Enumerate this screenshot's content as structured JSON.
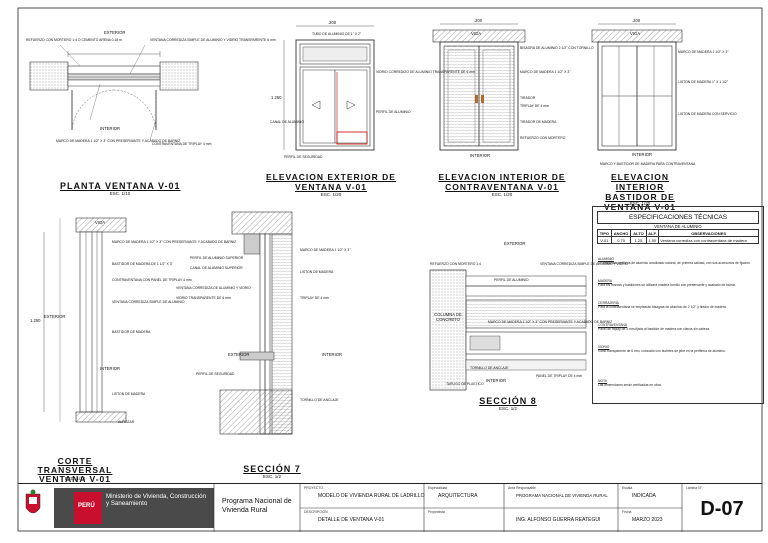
{
  "sheet": {
    "code": "D-07",
    "views": [
      {
        "title": "PLANTA VENTANA V-01",
        "scale": "ESC. 1/10"
      },
      {
        "title": "ELEVACION EXTERIOR DE VENTANA V-01",
        "scale": "ESC. 1/20"
      },
      {
        "title": "ELEVACION INTERIOR DE CONTRAVENTANA V-01",
        "scale": "ESC. 1/20"
      },
      {
        "title": "ELEVACION INTERIOR BASTIDOR DE VENTANA V-01",
        "scale": "ESC. 1/20"
      },
      {
        "title": "CORTE TRANSVERSAL VENTANA V-01",
        "scale": "ESC. 1/10"
      },
      {
        "title": "SECCIÓN 7",
        "scale": "ESC. 1/2"
      },
      {
        "title": "SECCIÓN 8",
        "scale": "ESC. 1/2"
      }
    ]
  },
  "labels": {
    "exterior": "EXTERIOR",
    "interior": "INTERIOR",
    "viga": "VIGA",
    "columna": "COLUMNA DE CONCRETO",
    "dim_200": ".200",
    "dim_1250": "1.250",
    "planta_notes": [
      "REFUERZO CON MORTERO 1:4 O CEMENTO ARENA 0.18 m",
      "VENTANA CORREDIZA SIMPLE DE ALUMINIO Y VIDRIO TRANSPARENTE 6 mm",
      "MARCO DE MADERA 1 1/2\" X 3\" CON PRESERVANTE Y ACABADO DE BARNIZ",
      "CONTRAVENTANA DE TRIPLAY 4 mm"
    ],
    "ext_notes": [
      "TUBO DE ALUMINIO DE 1\" X 2\"",
      "CANAL DE ALUMINIO",
      "PERFIL DE ALUMINIO",
      "VIDRIO CORREDIZO DE ALUMINIO TRANSPARENTE DE 6 mm",
      "PERFIL DE SEGURIDAD"
    ],
    "int_notes": [
      "BISAGRA DE ALUMINIO 2 1/2\" CON TORNILLO",
      "MARCO DE MADERA 1 1/2\" X 3\"",
      "TIRADOR",
      "TRIPLAY DE 4 mm",
      "TIRADOR DE MADERA",
      "REFUERZO CON MORTERO"
    ],
    "bastidor_notes": [
      "MARCO DE MADERA 1 1/2\" X 3\"",
      "LISTON DE MADERA 1\" X 1 1/2\"",
      "LISTON DE MADERA CON SERVICIO",
      "MARCO Y BASTIDOR DE MADERA PARA CONTRAVENTANA"
    ],
    "corte_notes": [
      "MARCO DE MADERA 1 1/2\" X 3\" CON PRESERVANTE Y ACABADO DE BARNIZ",
      "BASTIDOR DE MADERA DE 1 1/2\" X 3\"",
      "CONTRAVENTANA CON PANEL DE TRIPLAY 4 mm",
      "VENTANA CORREDIZA SIMPLE DE ALUMINIO",
      "BASTIDOR DE MADERA",
      "LISTON DE MADERA",
      "ALFEIZAR"
    ],
    "sec7_notes": [
      "PERFIL DE ALUMINIO SUPERIOR",
      "CANAL DE ALUMINIO SUPERIOR",
      "VENTANA CORREDIZA DE ALUMINIO Y VIDRIO",
      "VIDRIO TRANSPARENTE DE 6 mm",
      "MARCO DE MADERA 1 1/2\" X 3\"",
      "LISTON DE MADERA",
      "TRIPLAY DE 4 mm",
      "PERFIL DE SEGURIDAD",
      "TORNILLO DE ANCLAJE"
    ],
    "sec8_notes": [
      "REFUERZO CON MORTERO 1:4",
      "PERFIL DE ALUMINIO",
      "VENTANA CORREDIZA SIMPLE DE ALUMINIO Y VIDRIO",
      "MARCO DE MADERA 1 1/2\" X 3\" CON PRESERVANTE Y ACABADO DE BARNIZ",
      "PANEL DE TRIPLAY DE 4 mm",
      "TARUGO DE PLASTICO",
      "TORNILLO DE ANCLAJE"
    ]
  },
  "spec": {
    "title": "ESPECIFICACIONES TÉCNICAS",
    "subtitle": "VENTANA DE ALUMINIO",
    "headers": [
      "TIPO",
      "ANCHO",
      "ALTO",
      "ALF.",
      "OBSERVACIONES"
    ],
    "row": [
      "V-01",
      "0.70",
      "1.25",
      "1.50",
      "Ventana corrediza con contraventana de madera"
    ],
    "sections": [
      {
        "h": "ALUMINIO",
        "t": "Se empleará perfilería de aluminio anodizado natural, de primera calidad, con sus accesorios de fijación."
      },
      {
        "h": "MADERA",
        "t": "Para los marcos y bastidores se utilizará madera tornillo con preservante y acabado de barniz."
      },
      {
        "h": "CERRAJERÍA",
        "t": "Para la contraventana se emplearán bisagras de aluminio de 2 1/2\" y tirador de madera."
      },
      {
        "h": "CONTRAVENTANA",
        "t": "Panel de triplay de 4 mm fijado al bastidor de madera con clavos sin cabeza."
      },
      {
        "h": "VIDRIO",
        "t": "Vidrio transparente de 6 mm, colocado con burletes de jebe en la perfilería de aluminio."
      },
      {
        "h": "NOTA",
        "t": "Las dimensiones serán verificadas en obra."
      }
    ]
  },
  "title_block": {
    "country": "PERÚ",
    "ministry": "Ministerio de Vivienda, Construcción y Saneamiento",
    "program": "Programa Nacional de Vivienda Rural",
    "project_cap": "PROYECTO:",
    "project": "MODELO DE VIVIENDA RURAL DE LADRILLO",
    "specialty_cap": "Especialidad",
    "specialty": "ARQUITECTURA",
    "responsible_cap": "Área Responsable",
    "responsible": "PROGRAMA NACIONAL DE VIVIENDA RURAL",
    "scale_cap": "Escala",
    "scale": "INDICADA",
    "sheet_cap": "Lámina N°",
    "description_cap": "DESCRIPCIÓN",
    "description": "DETALLE DE VENTANA V-01",
    "owner_cap": "Proyectista",
    "owner": "ING. ALFONSO GUERRA REATEGUI",
    "date_cap": "Fecha",
    "date": "MARZO 2023"
  }
}
